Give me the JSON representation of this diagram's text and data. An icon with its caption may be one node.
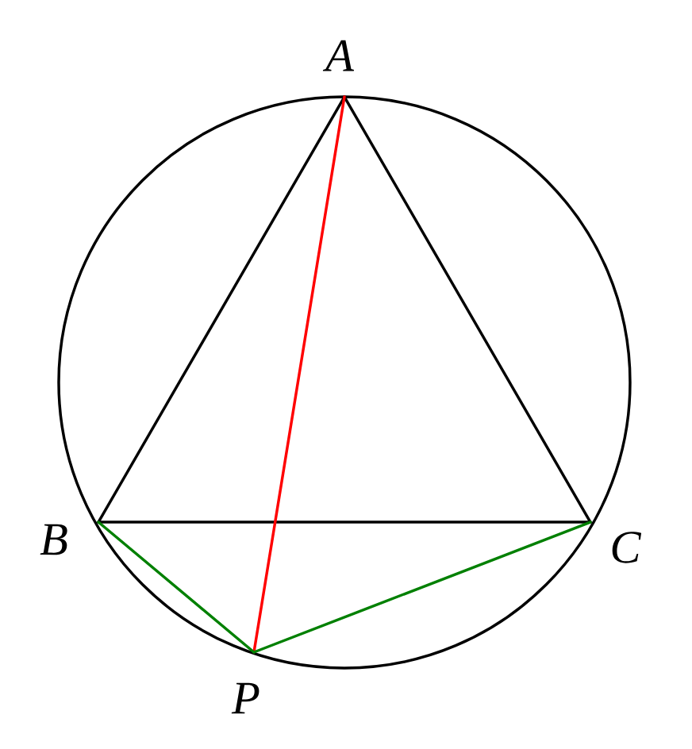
{
  "diagram": {
    "nodes": [
      {
        "text": [
          "A"
        ]
      },
      {
        "text": [
          "B"
        ]
      },
      {
        "text": [
          "C"
        ]
      },
      {
        "text": [
          "P"
        ]
      }
    ],
    "edges": [
      {
        "from": 0,
        "to": 1,
        "arrow": "none"
      },
      {
        "from": 0,
        "to": 2,
        "arrow": "none"
      },
      {
        "from": 1,
        "to": 2,
        "arrow": "none"
      },
      {
        "from": 0,
        "to": 3,
        "arrow": "none",
        "color": "#ff0000"
      },
      {
        "from": 1,
        "to": 3,
        "arrow": "none",
        "color": "#008000"
      },
      {
        "from": 2,
        "to": 3,
        "arrow": "none",
        "color": "#008000"
      }
    ]
  }
}
